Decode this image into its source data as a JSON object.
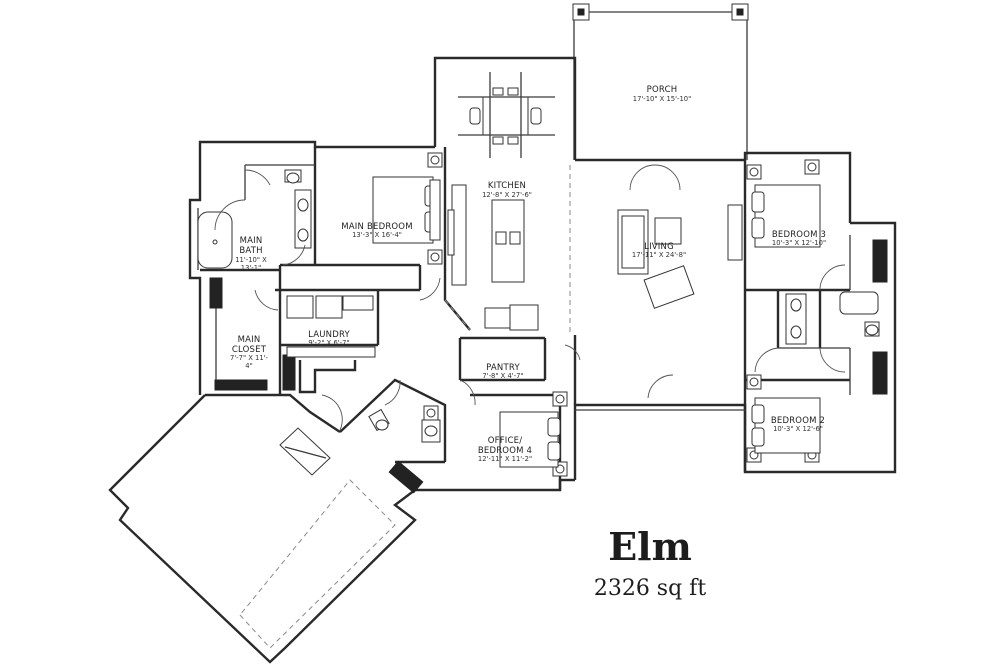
{
  "plan": {
    "name": "Elm",
    "area": "2326 sq ft"
  },
  "rooms": {
    "porch": {
      "name": "PORCH",
      "dim": "17'-10\" X 15'-10\""
    },
    "kitchen": {
      "name": "KITCHEN",
      "dim": "12'-8\" X 27'-6\""
    },
    "main_bedroom": {
      "name": "MAIN BEDROOM",
      "dim": "13'-3\" X 16'-4\""
    },
    "main_bath": {
      "name1": "MAIN",
      "name2": "BATH",
      "dim1": "11'-10\" X",
      "dim2": "13'-1\""
    },
    "living": {
      "name": "LIVING",
      "dim": "17'-11\" X 24'-8\""
    },
    "bedroom3": {
      "name": "BEDROOM 3",
      "dim": "10'-3\" X 12'-10\""
    },
    "laundry": {
      "name": "LAUNDRY",
      "dim": "9'-2\" X 6'-7\""
    },
    "main_closet": {
      "name1": "MAIN",
      "name2": "CLOSET",
      "dim1": "7'-7\" X 11'-",
      "dim2": "4\""
    },
    "pantry": {
      "name": "PANTRY",
      "dim": "7'-8\" X 4'-7\""
    },
    "office": {
      "name1": "OFFICE/",
      "name2": "BEDROOM 4",
      "dim": "12'-11\" X 11'-2\""
    },
    "bedroom2": {
      "name": "BEDROOM 2",
      "dim": "10'-3\" X 12'-6\""
    }
  }
}
